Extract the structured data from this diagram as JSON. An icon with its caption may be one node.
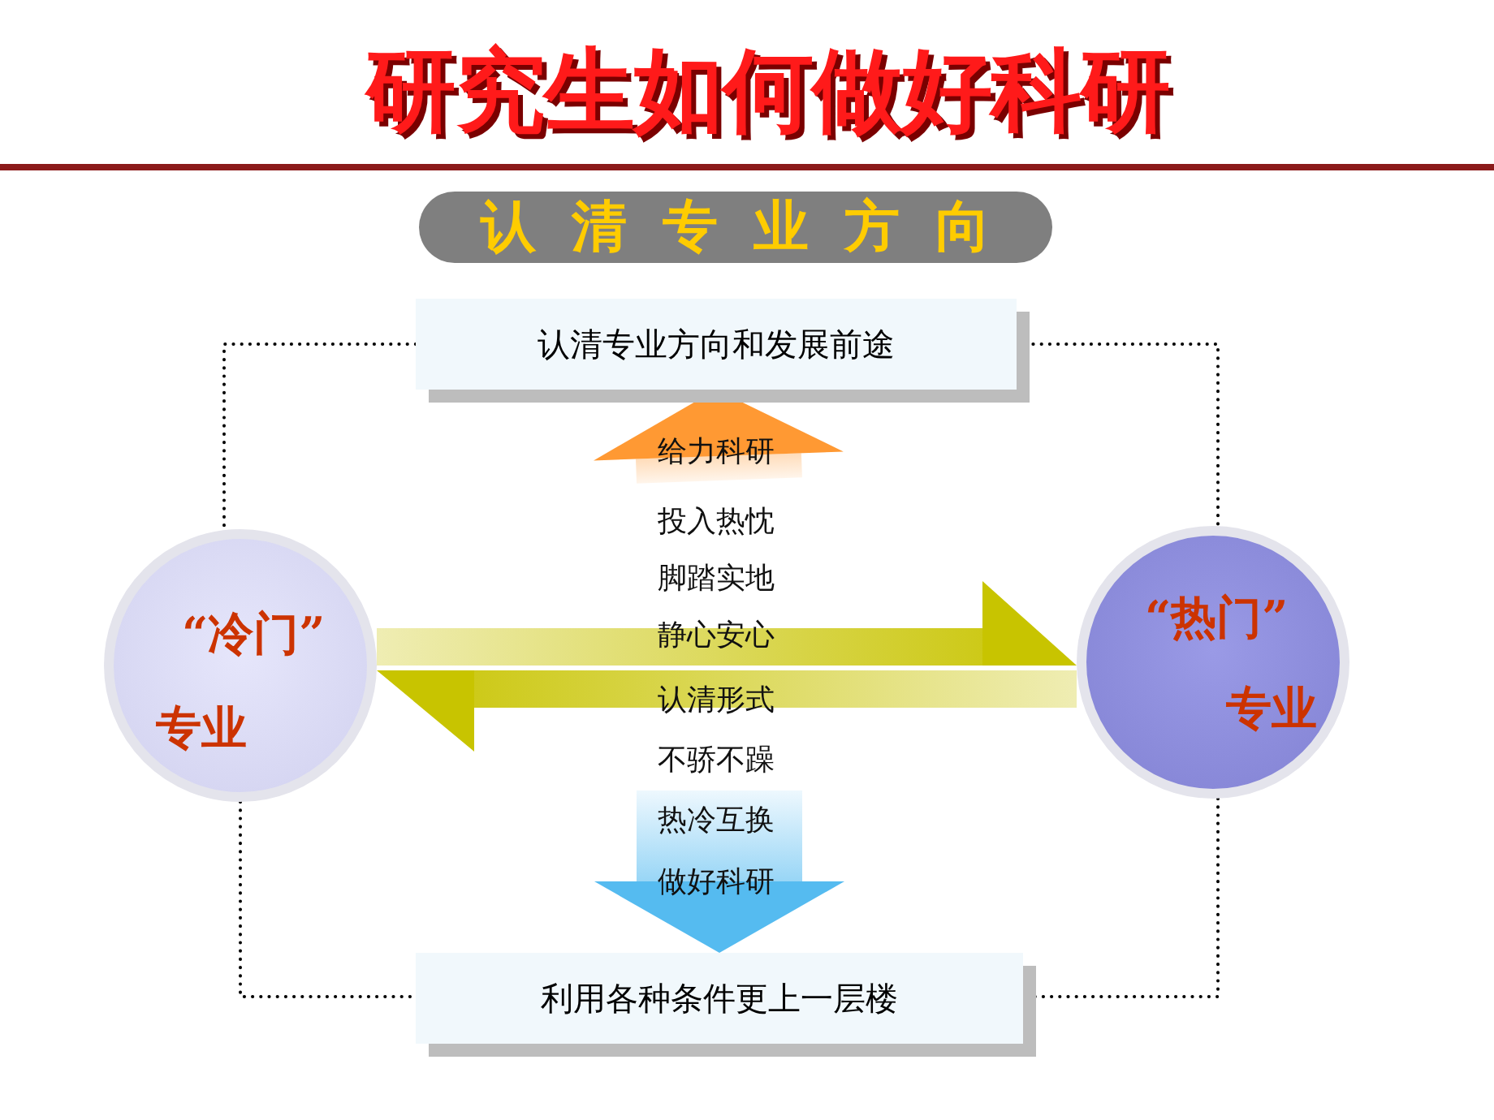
{
  "diagram": {
    "title": "研究生如何做好科研",
    "nodes": [
      {
        "text": [
          "认清专业方向"
        ]
      },
      {
        "text": [
          "认清专业方向和发展前途"
        ]
      },
      {
        "text": [
          "“冷门”",
          "专业"
        ]
      },
      {
        "text": [
          "“热门”",
          "专业"
        ]
      },
      {
        "text": [
          "利用各种条件更上一层楼"
        ]
      }
    ],
    "edges": [
      {
        "from": 1,
        "to": 2,
        "arrow": "none",
        "style": "dashed"
      },
      {
        "from": 1,
        "to": 3,
        "arrow": "none",
        "style": "dashed"
      },
      {
        "from": 2,
        "to": 4,
        "arrow": "none",
        "style": "dashed"
      },
      {
        "from": 3,
        "to": 4,
        "arrow": "none",
        "style": "dashed"
      },
      {
        "from": 2,
        "to": 3,
        "arrow": "to",
        "style": "thick",
        "color": "#c8c400"
      },
      {
        "from": 3,
        "to": 2,
        "arrow": "to",
        "style": "thick",
        "color": "#c8c400"
      },
      {
        "from": null,
        "to": 1,
        "arrow": "to",
        "style": "thick",
        "color": "#ff9933"
      },
      {
        "from": null,
        "to": 4,
        "arrow": "to",
        "style": "thick",
        "color": "#55bbf0"
      }
    ],
    "labels": [
      "给力科研",
      "投入热忱",
      "脚踏实地",
      "静心安心",
      "认清形式",
      "不骄不躁",
      "热冷互换",
      "做好科研"
    ]
  }
}
